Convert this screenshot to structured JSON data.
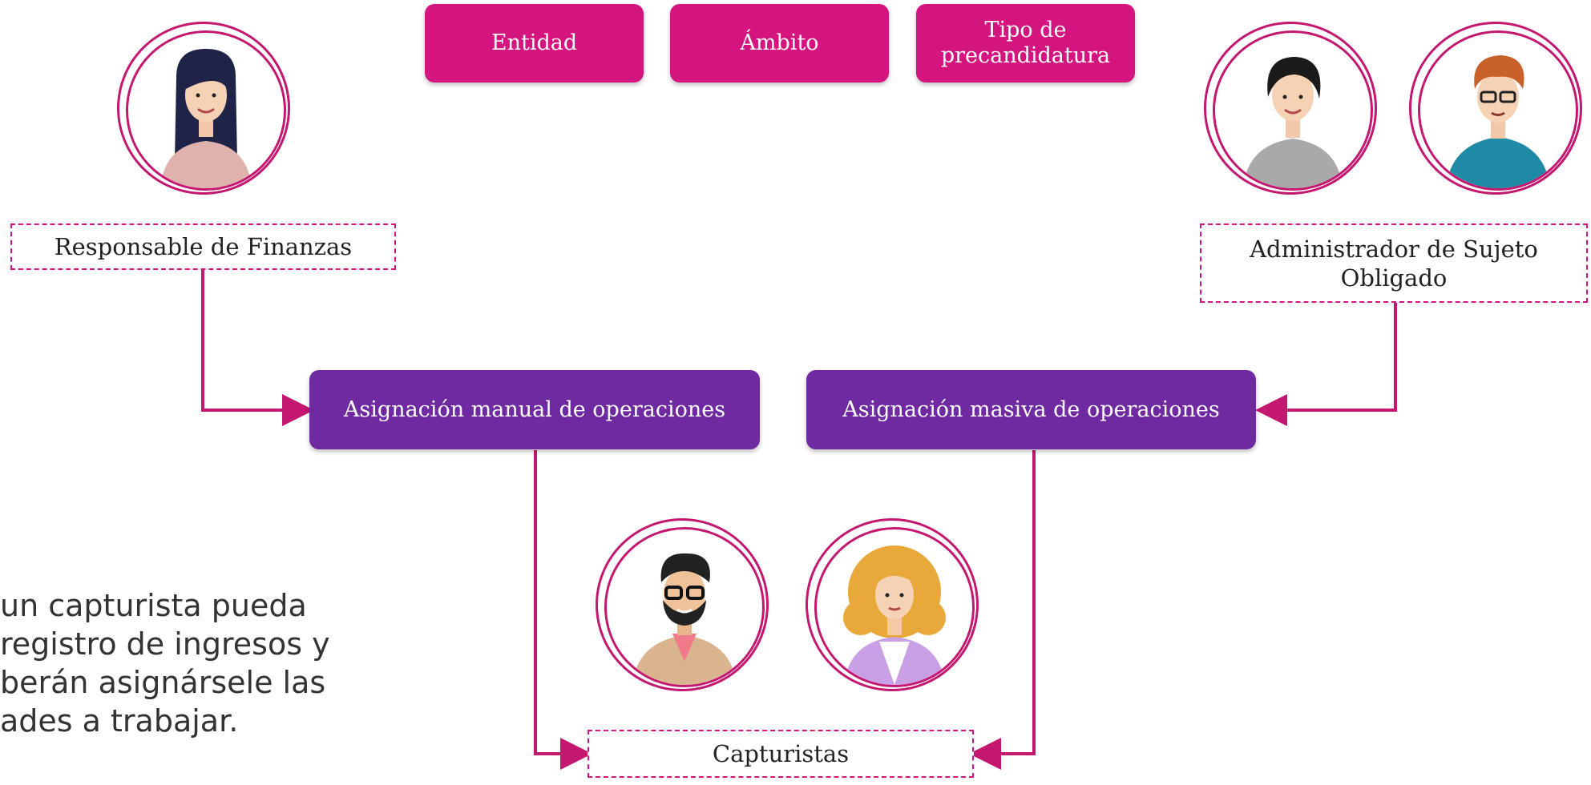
{
  "criteria": [
    "Entidad",
    "Ámbito",
    "Tipo de precandidatura"
  ],
  "roles": {
    "finance": "Responsable de Finanzas",
    "admin": "Administrador de Sujeto Obligado",
    "capturers": "Capturistas"
  },
  "processes": {
    "manual": "Asignación manual de operaciones",
    "bulk": "Asignación masiva de operaciones"
  },
  "caption_lines": [
    "un capturista pueda",
    "registro de ingresos y",
    "berán asignársele las",
    "ades a trabajar."
  ],
  "colors": {
    "magenta": "#d4147f",
    "purple": "#6f2aa2",
    "line": "#c4176f"
  },
  "avatars": [
    "woman-long-dark-hair-avatar",
    "woman-short-hair-avatar",
    "man-red-hair-glasses-avatar",
    "man-beard-glasses-avatar",
    "woman-curly-blonde-avatar"
  ]
}
